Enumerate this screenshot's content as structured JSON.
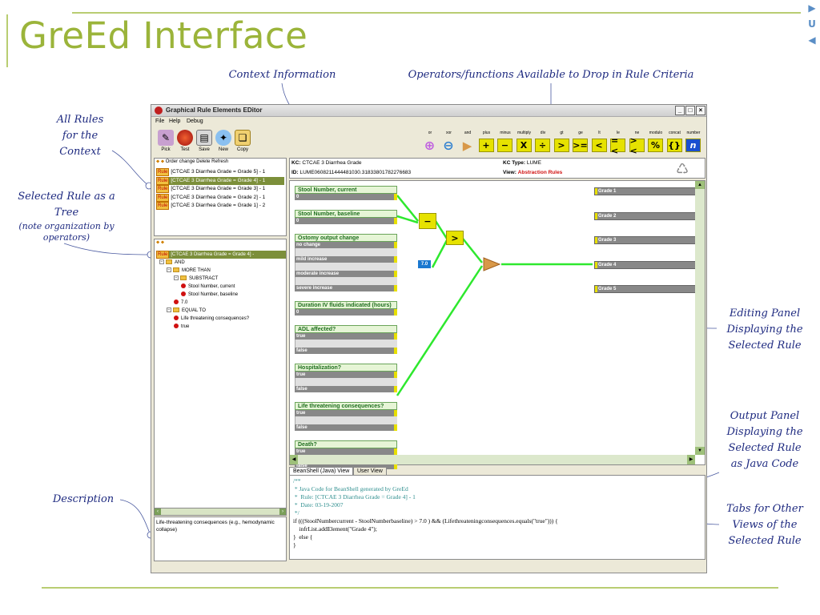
{
  "slide": {
    "title": "GreEd Interface"
  },
  "nav": {
    "next": "▶",
    "return": "U",
    "prev": "◀"
  },
  "callouts": {
    "context_info": "Context Information",
    "operators": "Operators/functions Available to Drop in Rule Criteria",
    "all_rules_1": "All Rules",
    "all_rules_2": "for the",
    "all_rules_3": "Context",
    "selected_tree_1": "Selected Rule as a",
    "selected_tree_2": "Tree",
    "selected_tree_note_1": "(note organization by",
    "selected_tree_note_2": "operators)",
    "editing_1": "Editing Panel",
    "editing_2": "Displaying the",
    "editing_3": "Selected Rule",
    "output_1": "Output Panel",
    "output_2": "Displaying the",
    "output_3": "Selected Rule",
    "output_4": "as Java Code",
    "description": "Description",
    "tabs_1": "Tabs for Other",
    "tabs_2": "Views of the",
    "tabs_3": "Selected Rule"
  },
  "window": {
    "title": "Graphical Rule Elements EDitor",
    "controls": {
      "minimize": "_",
      "maximize": "□",
      "close": "×"
    },
    "menu": [
      "File",
      "Help",
      "Debug"
    ],
    "toolbar": [
      {
        "label": "Pick",
        "icon": "pick-icon"
      },
      {
        "label": "Test",
        "icon": "test-icon"
      },
      {
        "label": "Save",
        "icon": "save-icon"
      },
      {
        "label": "New",
        "icon": "new-icon"
      },
      {
        "label": "Copy",
        "icon": "copy-icon"
      }
    ],
    "operators": [
      {
        "label": "or",
        "symbol": "⊕"
      },
      {
        "label": "xor",
        "symbol": "⊖"
      },
      {
        "label": "and",
        "symbol": "▶"
      },
      {
        "label": "plus",
        "symbol": "+"
      },
      {
        "label": "minus",
        "symbol": "−"
      },
      {
        "label": "multiply",
        "symbol": "X"
      },
      {
        "label": "div",
        "symbol": "÷"
      },
      {
        "label": "gt",
        "symbol": ">"
      },
      {
        "label": "ge",
        "symbol": ">="
      },
      {
        "label": "lt",
        "symbol": "<"
      },
      {
        "label": "le",
        "symbol": "=<"
      },
      {
        "label": "ne",
        "symbol": "><"
      },
      {
        "label": "modulo",
        "symbol": "%"
      },
      {
        "label": "concat",
        "symbol": "{}"
      },
      {
        "label": "number",
        "symbol": "n"
      }
    ]
  },
  "rules_panel": {
    "toolbar": [
      "Order change",
      "Delete",
      "Refresh"
    ],
    "badge": "Rule",
    "rules": [
      "[CTCAE 3 Diarrhea Grade = Grade 5] - 1",
      "[CTCAE 3 Diarrhea Grade = Grade 4] - 1",
      "[CTCAE 3 Diarrhea Grade = Grade 3] - 1",
      "[CTCAE 3 Diarrhea Grade = Grade 2] - 1",
      "[CTCAE 3 Diarrhea Grade = Grade 1] - 2"
    ],
    "selected_index": 1
  },
  "tree_panel": {
    "root": "[CTCAE 3 Diarrhea Grade = Grade 4] -",
    "nodes": [
      {
        "level": 1,
        "kind": "folder",
        "label": "AND"
      },
      {
        "level": 2,
        "kind": "folder",
        "label": "MORE THAN"
      },
      {
        "level": 3,
        "kind": "folder",
        "label": "SUBSTRACT"
      },
      {
        "level": 4,
        "kind": "leaf",
        "label": "Stool Number, current"
      },
      {
        "level": 4,
        "kind": "leaf",
        "label": "Stool Number, baseline"
      },
      {
        "level": 3,
        "kind": "leaf",
        "label": "7.0"
      },
      {
        "level": 2,
        "kind": "folder",
        "label": "EQUAL TO"
      },
      {
        "level": 3,
        "kind": "leaf",
        "label": "Life threatening consequences?"
      },
      {
        "level": 3,
        "kind": "leaf",
        "label": "true"
      }
    ]
  },
  "description_panel": {
    "text": "Life-threatening consequences (e.g., hemodynamic collapse)"
  },
  "context": {
    "kc_label": "KC:",
    "kc_value": "CTCAE 3 Diarrhea Grade",
    "id_label": "ID:",
    "id_value": "LUME0608211444481030.31833801782276683",
    "kc_type_label": "KC Type:",
    "kc_type_value": "LUME",
    "view_label": "View:",
    "view_value": "Abstraction Rules"
  },
  "criteria": [
    {
      "name": "Stool Number, current",
      "options": [
        "0"
      ]
    },
    {
      "name": "Stool Number, baseline",
      "options": [
        "0"
      ]
    },
    {
      "name": "Ostomy output change",
      "options": [
        "no change",
        "mild increase",
        "moderate increase",
        "severe increase"
      ]
    },
    {
      "name": "Duration IV fluids indicated (hours)",
      "options": [
        "0"
      ]
    },
    {
      "name": "ADL affected?",
      "options": [
        "true",
        "false"
      ]
    },
    {
      "name": "Hospitalization?",
      "options": [
        "true",
        "false"
      ]
    },
    {
      "name": "Life threatening consequences?",
      "options": [
        "true",
        "false"
      ]
    },
    {
      "name": "Death?",
      "options": [
        "true",
        "false"
      ]
    }
  ],
  "canvas": {
    "constant": "7.0",
    "minus_node": "−",
    "gt_node": ">"
  },
  "grades": [
    "Grade 1",
    "Grade 2",
    "Grade 3",
    "Grade 4",
    "Grade 5"
  ],
  "output": {
    "tabs": [
      "BeanShell (Java) View",
      "User View"
    ],
    "code": [
      "/**",
      " * Java Code for BeanShell generated by GreEd",
      " *  Rule: [CTCAE 3 Diarrhea Grade = Grade 4] - 1",
      " *  Date: 03-19-2007",
      " */",
      "if (((StoolNumbercurrent - StoolNumberbaseline) > 7.0 ) && (Lifethreateningconsequences.equals(\"true\"))) {",
      "    infrList.addElement(\"Grade 4\");",
      "}  else {",
      "}"
    ]
  },
  "colors": {
    "slide_accent": "#9bb43a",
    "callout_text": "#1e2a80",
    "connector_green": "#2ee82e",
    "operator_yellow": "#e6e200"
  }
}
